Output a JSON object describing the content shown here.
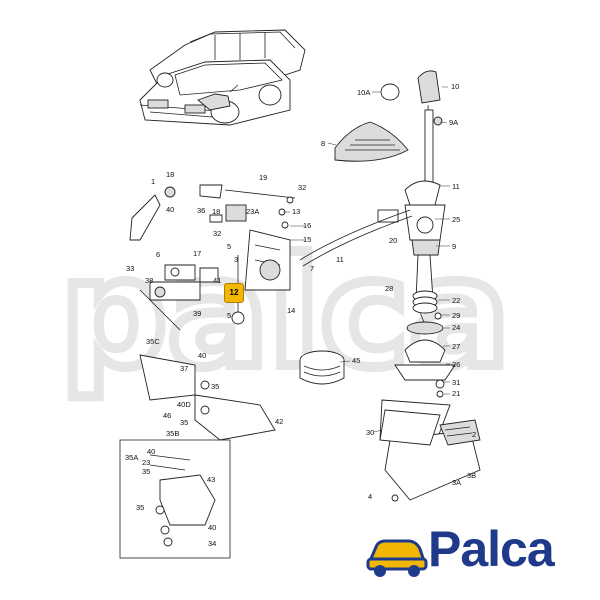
{
  "brand": {
    "name": "Palca",
    "accent_color": "#1f3a8a",
    "badge_color": "#f2b705",
    "watermark": "palca"
  },
  "highlighted_part": "12",
  "callouts": {
    "c1": "1",
    "c18a": "18",
    "c19": "19",
    "c32a": "32",
    "c40a": "40",
    "c36": "36",
    "c18b": "18",
    "c23a": "23A",
    "c13": "13",
    "c16": "16",
    "c15": "15",
    "c32b": "32",
    "c5a": "5",
    "c3": "3",
    "c6": "6",
    "c17": "17",
    "c7": "7",
    "c33": "33",
    "c38": "38",
    "c41": "41",
    "c39": "39",
    "c14": "14",
    "c5b": "5",
    "c35c": "35C",
    "c40b": "40",
    "c37": "37",
    "c40d": "40D",
    "c35a1": "35",
    "c46": "46",
    "c42": "42",
    "c35a2": "35",
    "c35b": "35B",
    "c45": "45",
    "c10a": "10A",
    "c10": "10",
    "c9a": "9A",
    "c8": "8",
    "c11a": "11",
    "c25": "25",
    "c20": "20",
    "c11b": "11",
    "c9": "9",
    "c28": "28",
    "c22": "22",
    "c29": "29",
    "c24": "24",
    "c27": "27",
    "c26": "26",
    "c31": "31",
    "c21": "21",
    "c30": "30",
    "c2": "2",
    "c3a": "3A",
    "c3b": "3B",
    "c4": "4",
    "c35a": "35A",
    "c40c": "40",
    "c23": "23",
    "c35d": "35",
    "c43": "43",
    "c35e": "35",
    "c40e": "40",
    "c34": "34"
  }
}
